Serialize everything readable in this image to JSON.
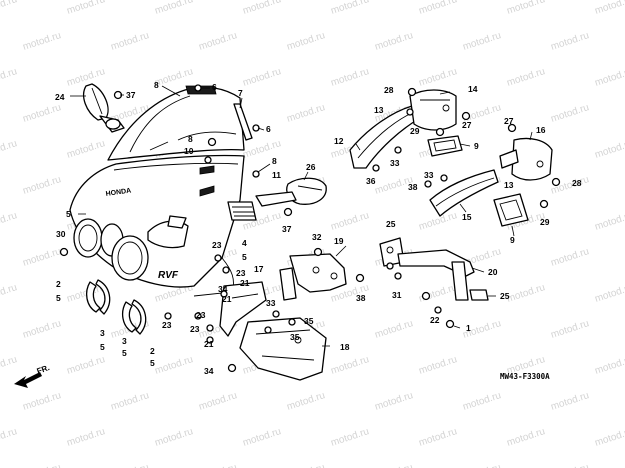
{
  "watermark": "motod.ru",
  "diagram_code": "MW43-F3300A",
  "direction_label": "FR.",
  "brand_mark": "HONDA",
  "model_mark": "RVF",
  "callouts": {
    "c24": "24",
    "c37a": "37",
    "c8a": "8",
    "c6a": "6",
    "c7": "7",
    "c6b": "6",
    "c8b": "8",
    "c10": "10",
    "c8c": "8",
    "c11": "11",
    "c26": "26",
    "c37b": "37",
    "c5a": "5",
    "c30": "30",
    "c2a": "2",
    "c5b": "5",
    "c3a": "3",
    "c5c": "5",
    "c3b": "3",
    "c5d": "5",
    "c2b": "2",
    "c5e": "5",
    "c23a": "23",
    "c23b": "23",
    "c4": "4",
    "c5f": "5",
    "c23c": "23",
    "c21a": "21",
    "c17": "17",
    "c34a": "34",
    "c21b": "21",
    "c23d": "23",
    "c23e": "23",
    "c33a": "33",
    "c35a": "35",
    "c35b": "35",
    "c21c": "21",
    "c34b": "34",
    "c18": "18",
    "c32": "32",
    "c19": "19",
    "c38a": "38",
    "c28a": "28",
    "c14": "14",
    "c13a": "13",
    "c27a": "27",
    "c29a": "29",
    "c9a": "9",
    "c12": "12",
    "c33b": "33",
    "c36": "36",
    "c33c": "33",
    "c38b": "38",
    "c15": "15",
    "c27b": "27",
    "c16": "16",
    "c13b": "13",
    "c28b": "28",
    "c29b": "29",
    "c9b": "9",
    "c25a": "25",
    "c31": "31",
    "c20": "20",
    "c25b": "25",
    "c22": "22",
    "c1": "1"
  }
}
